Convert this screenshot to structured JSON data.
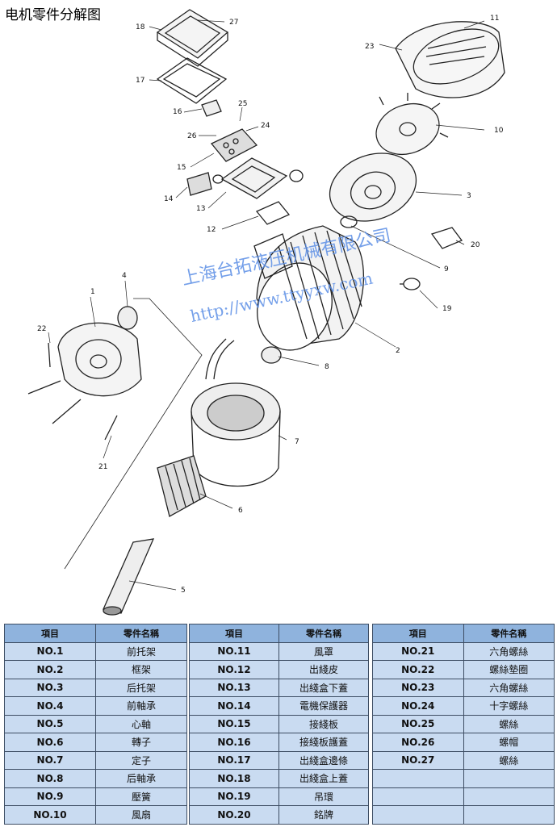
{
  "title": "电机零件分解图",
  "watermark": {
    "company": "上海台拓液压机械有限公司",
    "url": "http://www.ttyyxw.com"
  },
  "callouts": [
    "1",
    "2",
    "3",
    "4",
    "5",
    "6",
    "7",
    "8",
    "9",
    "10",
    "11",
    "12",
    "13",
    "14",
    "15",
    "16",
    "17",
    "18",
    "19",
    "20",
    "21",
    "22",
    "23",
    "24",
    "25",
    "26",
    "27"
  ],
  "table_headers": {
    "item": "項目",
    "name": "零件名稱"
  },
  "tables": [
    [
      [
        "NO.1",
        "前托架"
      ],
      [
        "NO.2",
        "框架"
      ],
      [
        "NO.3",
        "后托架"
      ],
      [
        "NO.4",
        "前軸承"
      ],
      [
        "NO.5",
        "心軸"
      ],
      [
        "NO.6",
        "轉子"
      ],
      [
        "NO.7",
        "定子"
      ],
      [
        "NO.8",
        "后軸承"
      ],
      [
        "NO.9",
        "壓簧"
      ],
      [
        "NO.10",
        "風扇"
      ]
    ],
    [
      [
        "NO.11",
        "風罩"
      ],
      [
        "NO.12",
        "出綫皮"
      ],
      [
        "NO.13",
        "出綫盒下蓋"
      ],
      [
        "NO.14",
        "電機保護器"
      ],
      [
        "NO.15",
        "接綫板"
      ],
      [
        "NO.16",
        "接綫板護蓋"
      ],
      [
        "NO.17",
        "出綫盒邊條"
      ],
      [
        "NO.18",
        "出綫盒上蓋"
      ],
      [
        "NO.19",
        "吊環"
      ],
      [
        "NO.20",
        "銘牌"
      ]
    ],
    [
      [
        "NO.21",
        "六角螺絲"
      ],
      [
        "NO.22",
        "螺絲墊圈"
      ],
      [
        "NO.23",
        "六角螺絲"
      ],
      [
        "NO.24",
        "十字螺絲"
      ],
      [
        "NO.25",
        "螺絲"
      ],
      [
        "NO.26",
        "螺帽"
      ],
      [
        "NO.27",
        "螺絲"
      ],
      [
        "",
        ""
      ],
      [
        "",
        ""
      ],
      [
        "",
        ""
      ]
    ]
  ]
}
